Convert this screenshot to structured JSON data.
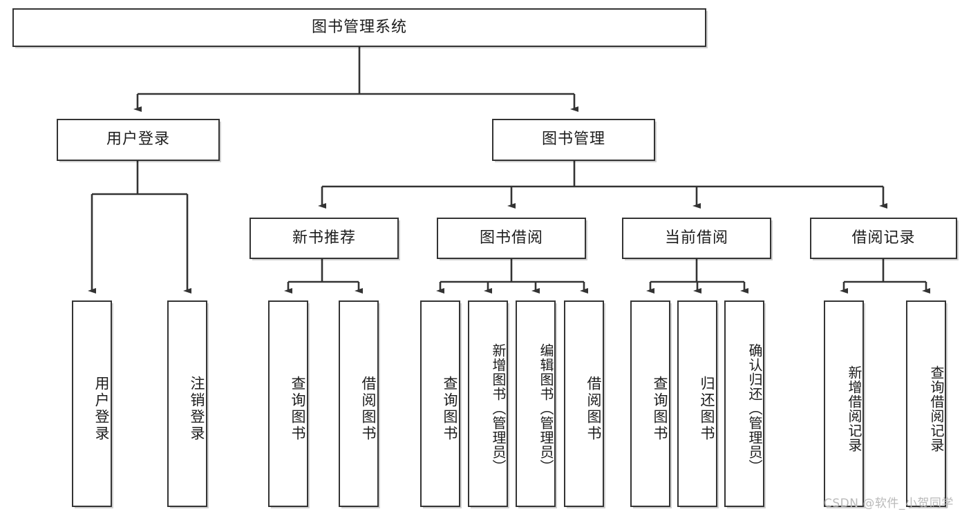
{
  "diagram": {
    "title": "图书管理系统",
    "type": "hierarchy-tree",
    "watermark": "CSDN @软件_小贺同学",
    "colors": {
      "box_border": "#333333",
      "box_fill": "#ffffff",
      "connector": "#333333",
      "text": "#1c1c1c",
      "watermark": "#b9b9b9",
      "background": "#ffffff"
    },
    "root": {
      "label": "图书管理系统"
    },
    "level2": [
      {
        "label": "用户登录"
      },
      {
        "label": "图书管理"
      }
    ],
    "level3": [
      {
        "label": "新书推荐"
      },
      {
        "label": "图书借阅"
      },
      {
        "label": "当前借阅"
      },
      {
        "label": "借阅记录"
      }
    ],
    "leaves": {
      "user_login": [
        {
          "label": "用户登录"
        },
        {
          "label": "注销登录"
        }
      ],
      "new_book_recommend": [
        {
          "label": "查询图书"
        },
        {
          "label": "借阅图书"
        }
      ],
      "book_borrow": [
        {
          "label": "查询图书"
        },
        {
          "label": "新增图书（管理员）"
        },
        {
          "label": "编辑图书（管理员）"
        },
        {
          "label": "借阅图书"
        }
      ],
      "current_borrow": [
        {
          "label": "查询图书"
        },
        {
          "label": "归还图书"
        },
        {
          "label": "确认归还（管理员）"
        }
      ],
      "borrow_record": [
        {
          "label": "新增借阅记录"
        },
        {
          "label": "查询借阅记录"
        }
      ]
    }
  }
}
